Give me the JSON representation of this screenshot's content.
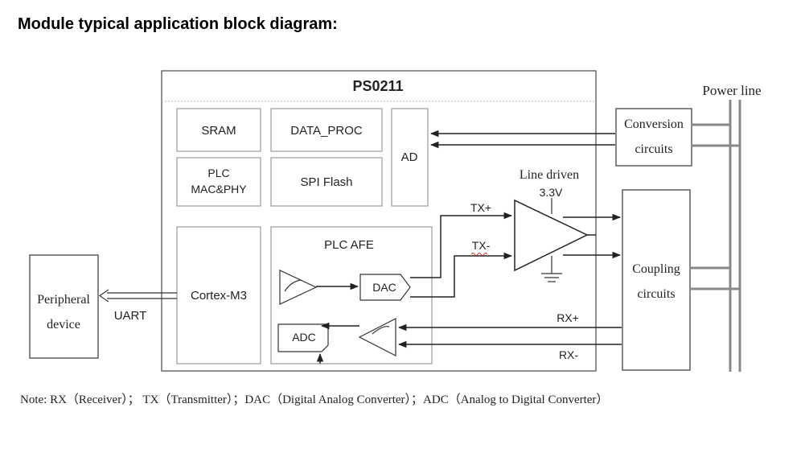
{
  "heading": "Module typical application block diagram:",
  "diagram": {
    "chip_title": "PS0211",
    "sram": "SRAM",
    "data_proc": "DATA_PROC",
    "plc_mac_line1": "PLC",
    "plc_mac_line2": "MAC&PHY",
    "spi_flash": "SPI Flash",
    "ad": "AD",
    "cortex": "Cortex-M3",
    "afe": "PLC AFE",
    "dac": "DAC",
    "adc": "ADC",
    "peripheral_line1": "Peripheral",
    "peripheral_line2": "device",
    "uart": "UART",
    "line_driven": "Line driven",
    "voltage": "3.3V",
    "tx_plus": "TX+",
    "tx_minus": "TX-",
    "rx_plus": "RX+",
    "rx_minus": "RX-",
    "conversion_line1": "Conversion",
    "conversion_line2": "circuits",
    "coupling_line1": "Coupling",
    "coupling_line2": "circuits",
    "power_line": "Power line"
  },
  "note": "Note: RX（Receiver）； TX（Transmitter）；DAC（Digital Analog Converter）；ADC（Analog to Digital Converter）"
}
